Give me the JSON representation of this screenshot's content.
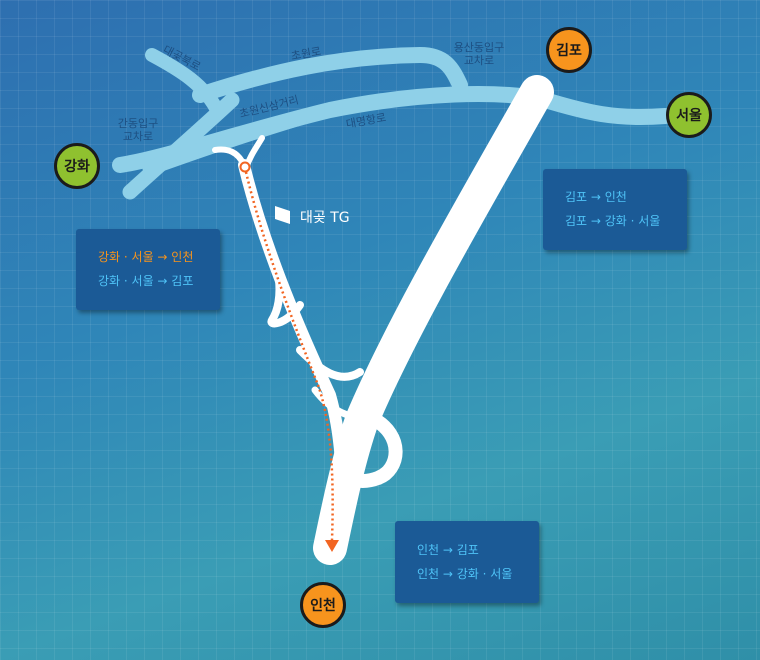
{
  "cities": {
    "ganghwa": "강화",
    "gimpo": "김포",
    "seoul": "서울",
    "incheon": "인천"
  },
  "road_labels": {
    "daegot_north": "대곶북로",
    "chowon": "초원로",
    "yongsandong_line1": "용산동입구",
    "yongsandong_line2": "교차로",
    "gandong_line1": "간동입구",
    "gandong_line2": "교차로",
    "chowon_sinsam": "초원신삼거리",
    "daemyeonghang": "대명항로"
  },
  "tollgate": {
    "label": "대곶 TG"
  },
  "info_boxes": {
    "left": [
      "강화 · 서울 → 인천",
      "강화 · 서울 → 김포"
    ],
    "right": [
      "김포 → 인천",
      "김포 → 강화 · 서울"
    ],
    "bottom": [
      "인천 → 김포",
      "인천 → 강화 · 서울"
    ]
  },
  "colors": {
    "road_secondary": "#8fd0e8",
    "road_main": "#ffffff",
    "route_arrow": "#f26522",
    "city_green": "#8fc12f",
    "city_orange": "#f7941d",
    "box_bg": "#1b5a96",
    "box_text": "#4fc3f7",
    "box_text_highlight": "#f7941d"
  }
}
